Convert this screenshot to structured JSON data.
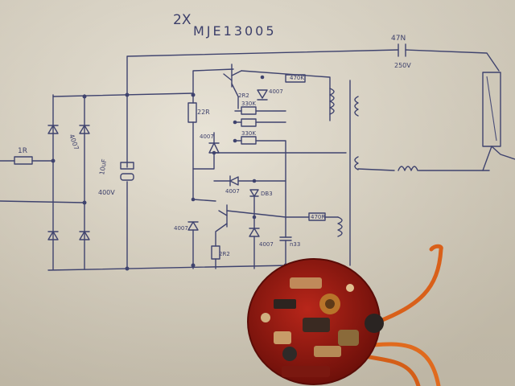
{
  "photo": {
    "subject": "hand-drawn circuit schematic with disassembled lamp circuit board",
    "paper_color": "#e3ddd0",
    "ink_color": "#3f436e",
    "pcb_color": "#9a1a12",
    "wire_color": "#e06a1e"
  },
  "schematic": {
    "title_prefix": "2X",
    "title": "MJE13005",
    "labels": {
      "cap_top_value": "47N",
      "cap_top_voltage": "250V",
      "resistor_input": "1R",
      "diode_bridge": "4007",
      "bulk_cap_value": "10uF",
      "bulk_cap_voltage": "400V",
      "base_res_upper": "22R",
      "emitter_res_upper": "2R2",
      "diode_upper": "4007",
      "res_cap_top": "470K",
      "res_a": "330K",
      "res_b": "330K",
      "diode_mid": "4007",
      "diode_left": "4007",
      "diac": "DB3",
      "transistor_diode": "4007",
      "emitter_res_lower": "2R2",
      "diode_lower": "4007",
      "cap_lower": "n33",
      "res_lower": "470R"
    }
  }
}
